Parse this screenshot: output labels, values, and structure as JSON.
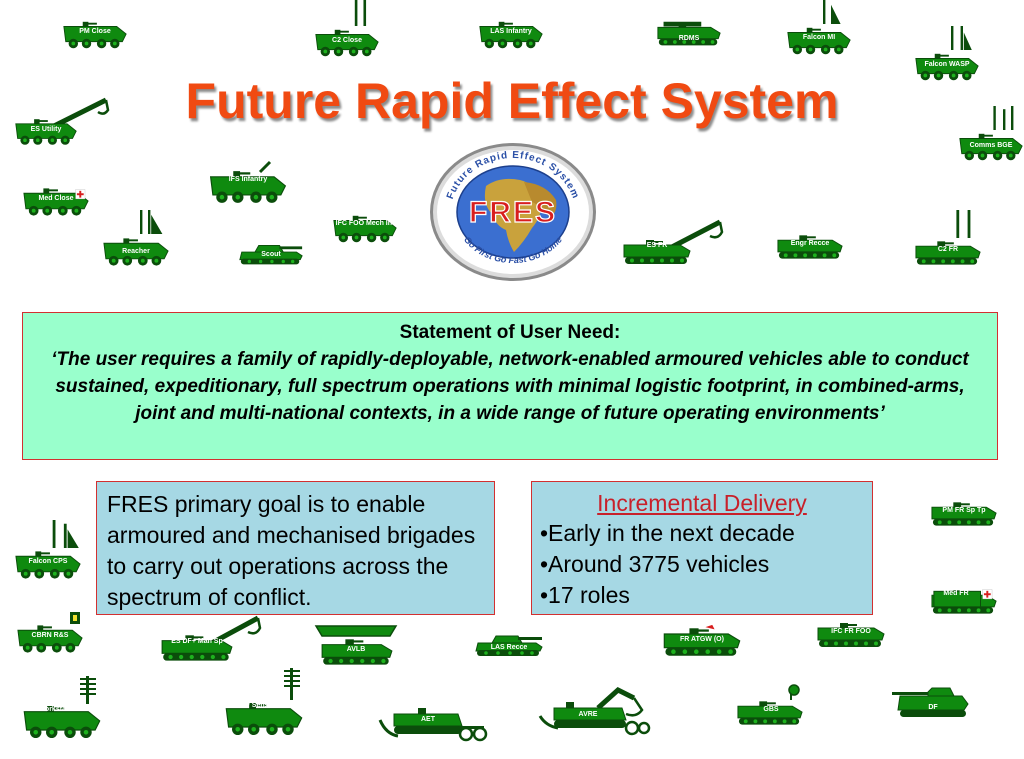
{
  "title": "Future Rapid Effect System",
  "logo": {
    "ring_text_top": "Future Rapid Effect System",
    "center_text": "FRES",
    "ring_text_bottom": "Go First Go Fast Go Home"
  },
  "statement": {
    "heading": "Statement of User Need:",
    "text": "‘The user requires a family of rapidly-deployable, network-enabled armoured vehicles able to conduct sustained, expeditionary, full spectrum operations with minimal logistic footprint, in combined-arms, joint and multi-national contexts, in a wide range of future operating environments’"
  },
  "goal": {
    "text": "FRES primary goal is to enable armoured and mechanised brigades to carry out operations across the spectrum of conflict."
  },
  "delivery": {
    "heading": "Incremental Delivery",
    "bullets": [
      "•Early in the next decade",
      "•Around 3775 vehicles",
      "•17 roles"
    ]
  },
  "vehicles": [
    {
      "label": "PM Close",
      "icon": "wheeled-vehicle-icon"
    },
    {
      "label": "C2 Close",
      "icon": "wheeled-vehicle-antenna-icon"
    },
    {
      "label": "LAS Infantry",
      "icon": "wheeled-vehicle-icon"
    },
    {
      "label": "RDMS",
      "icon": "tracked-vehicle-icon"
    },
    {
      "label": "Falcon MI",
      "icon": "wheeled-vehicle-antenna-icon"
    },
    {
      "label": "Falcon WASP",
      "icon": "wheeled-vehicle-antenna-icon"
    },
    {
      "label": "ES Utility",
      "icon": "wheeled-crane-vehicle-icon"
    },
    {
      "label": "Comms BGE",
      "icon": "wheeled-vehicle-antenna-icon"
    },
    {
      "label": "IFS Infantry",
      "icon": "wheeled-vehicle-icon"
    },
    {
      "label": "Med Close",
      "icon": "ambulance-vehicle-icon"
    },
    {
      "label": "Reacher",
      "icon": "wheeled-vehicle-antenna-icon"
    },
    {
      "label": "Scout",
      "icon": "tracked-tank-icon"
    },
    {
      "label": "IFC FOO Mech Inf",
      "icon": "wheeled-vehicle-icon"
    },
    {
      "label": "ES FR",
      "icon": "tracked-crane-vehicle-icon"
    },
    {
      "label": "Engr Recce",
      "icon": "tracked-vehicle-icon"
    },
    {
      "label": "C2 FR",
      "icon": "tracked-vehicle-antenna-icon"
    },
    {
      "label": "PM FR Sp Tp",
      "icon": "tracked-vehicle-icon"
    },
    {
      "label": "Falcon CPS",
      "icon": "wheeled-vehicle-antenna-icon"
    },
    {
      "label": "Med FR",
      "icon": "ambulance-tracked-vehicle-icon"
    },
    {
      "label": "CBRN R&S",
      "icon": "wheeled-vehicle-sensor-icon"
    },
    {
      "label": "ES DF+ Man Sp",
      "icon": "tracked-crane-vehicle-icon"
    },
    {
      "label": "AVLB",
      "icon": "bridge-layer-icon"
    },
    {
      "label": "LAS Recce",
      "icon": "tracked-tank-icon"
    },
    {
      "label": "FR ATGW (O)",
      "icon": "tracked-vehicle-icon"
    },
    {
      "label": "IFC FR FOO",
      "icon": "tracked-vehicle-icon"
    },
    {
      "label": "EW Workstation",
      "icon": "wheeled-vehicle-mast-icon"
    },
    {
      "label": "EW Sensors",
      "icon": "wheeled-vehicle-mast-icon"
    },
    {
      "label": "AET",
      "icon": "tracked-engineer-vehicle-icon"
    },
    {
      "label": "AVRE",
      "icon": "tracked-engineer-vehicle-icon"
    },
    {
      "label": "GBS",
      "icon": "wheeled-vehicle-dish-icon"
    },
    {
      "label": "DF",
      "icon": "tracked-tank-gun-icon"
    }
  ],
  "colors": {
    "vehicle_green": "#0f8a0f",
    "vehicle_dark": "#0b4d0b",
    "title_orange": "#f04a12",
    "need_box_bg": "#99ffcc",
    "goal_box_bg": "#a6d8e4",
    "box_border": "#d23030",
    "delivery_heading": "#c8202a"
  }
}
